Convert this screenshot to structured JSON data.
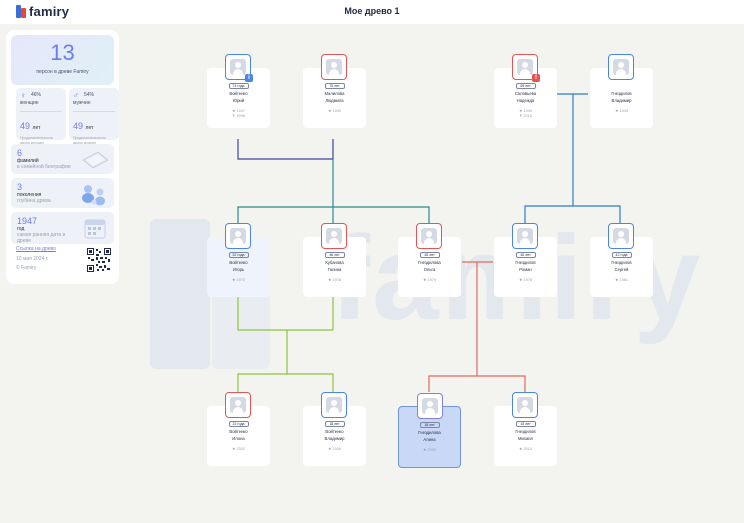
{
  "brand": {
    "name": "famiry"
  },
  "header": {
    "title": "Мое древо 1"
  },
  "watermark": {
    "text": "famiry"
  },
  "stats": {
    "persons_count": "13",
    "persons_label": "персон в древе Famiry",
    "women": {
      "pct": "46%",
      "label": "женщин",
      "years": "49",
      "years_unit": "лет",
      "caption": "Продолжительность жизни женщин"
    },
    "men": {
      "pct": "54%",
      "label": "мужчин",
      "years": "49",
      "years_unit": "лет",
      "caption": "Продолжительность жизни мужчин"
    },
    "surnames": {
      "num": "6",
      "title": "фамилий",
      "desc": "в семейной биографии"
    },
    "generations": {
      "num": "3",
      "title": "поколения",
      "desc": "глубина древа"
    },
    "earliest": {
      "num": "1947",
      "title": "год",
      "desc": "самая ранняя дата в древе"
    },
    "share": {
      "link": "Ссылка на древо",
      "date": "10 мая 2024 г.",
      "copyright": "© Famiry"
    }
  },
  "persons": [
    {
      "id": "p1",
      "gender": "m",
      "age": "74 года",
      "name1": "Войтенко",
      "name2": "Юрий",
      "born": "1947",
      "died": "1998",
      "badge": "i",
      "state": "normal"
    },
    {
      "id": "p2",
      "gender": "f",
      "age": "75 лет",
      "name1": "Малилова",
      "name2": "Людмила",
      "born": "1949",
      "died": "",
      "badge": "",
      "state": "normal"
    },
    {
      "id": "p3",
      "gender": "f",
      "age": "69 лет",
      "name1": "Соловьева",
      "name2": "Надежда",
      "born": "1949",
      "died": "2018",
      "badge": "!",
      "state": "normal"
    },
    {
      "id": "p4",
      "gender": "m",
      "age": "",
      "name1": "Гнездилов",
      "name2": "Владимир",
      "born": "1943",
      "died": "",
      "badge": "",
      "state": "normal"
    },
    {
      "id": "p5",
      "gender": "m",
      "age": "52 года",
      "name1": "Войтенко",
      "name2": "Игорь",
      "born": "1972",
      "died": "",
      "badge": "",
      "state": "highlight"
    },
    {
      "id": "p6",
      "gender": "f",
      "age": "46 лет",
      "name1": "Кубанова",
      "name2": "Галина",
      "born": "1978",
      "died": "",
      "badge": "",
      "state": "normal"
    },
    {
      "id": "p7",
      "gender": "f",
      "age": "45 лет",
      "name1": "Гнездилова",
      "name2": "Ольга",
      "born": "1979",
      "died": "",
      "badge": "",
      "state": "normal"
    },
    {
      "id": "p8",
      "gender": "m",
      "age": "46 лет",
      "name1": "Гнездилов",
      "name2": "Роман",
      "born": "1978",
      "died": "",
      "badge": "",
      "state": "normal"
    },
    {
      "id": "p9",
      "gender": "m",
      "age": "42 года",
      "name1": "Гнездилов",
      "name2": "Сергей",
      "born": "1981",
      "died": "",
      "badge": "",
      "state": "normal"
    },
    {
      "id": "p10",
      "gender": "f",
      "age": "22 года",
      "name1": "Войтенко",
      "name2": "Илона",
      "born": "2002",
      "died": "",
      "badge": "",
      "state": "normal"
    },
    {
      "id": "p11",
      "gender": "m",
      "age": "18 лет",
      "name1": "Войтенко",
      "name2": "Владимир",
      "born": "2006",
      "died": "",
      "badge": "",
      "state": "normal"
    },
    {
      "id": "p12",
      "gender": "a",
      "age": "18 лет",
      "name1": "Гнездилова",
      "name2": "Алина",
      "born": "2006",
      "died": "",
      "badge": "",
      "state": "selected"
    },
    {
      "id": "p13",
      "gender": "m",
      "age": "15 лет",
      "name1": "Гнездилов",
      "name2": "Михаил",
      "born": "2014",
      "died": "",
      "badge": "",
      "state": "normal"
    }
  ],
  "colors": {
    "male": "#4a86e8",
    "female": "#e25555",
    "gen1_link": "#3d44a8",
    "gen2_left": "#2e8a8a",
    "gen2_right": "#2c7fcf",
    "gen3_left": "#8cc63f",
    "gen3_right": "#e4695f"
  }
}
